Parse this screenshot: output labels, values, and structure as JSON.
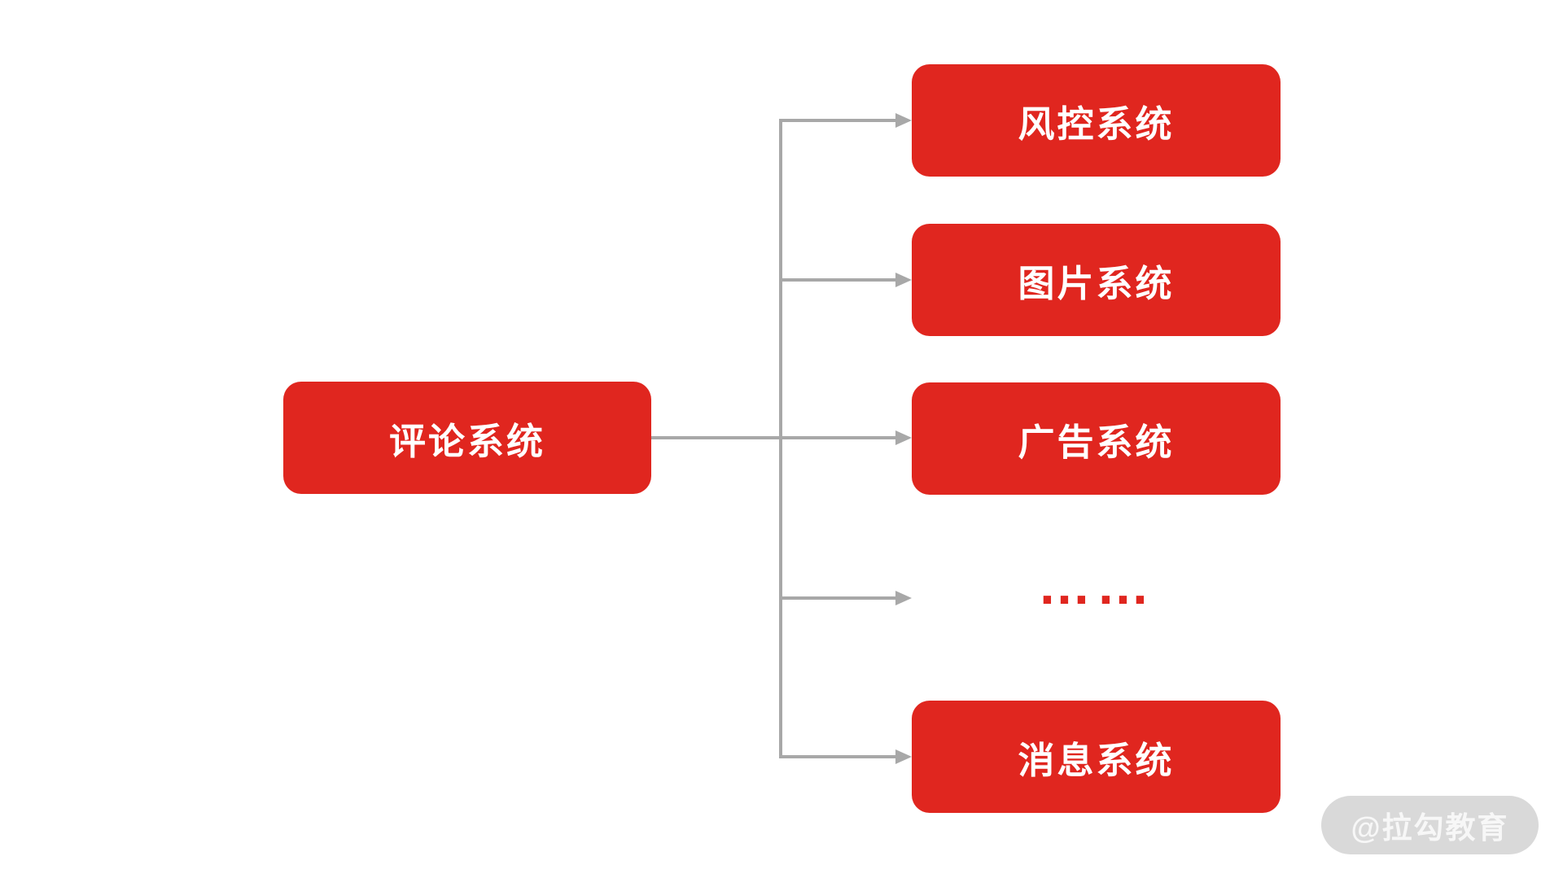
{
  "diagram": {
    "root": {
      "label": "评论系统"
    },
    "children": [
      {
        "label": "风控系统"
      },
      {
        "label": "图片系统"
      },
      {
        "label": "广告系统"
      },
      {
        "label": "……"
      },
      {
        "label": "消息系统"
      }
    ]
  },
  "watermark": {
    "label": "@拉勾教育"
  },
  "colors": {
    "node_bg": "#E0261F",
    "node_text": "#FFFFFF",
    "connector": "#A8A8A8",
    "ellipsis_dots": "#E0261F",
    "watermark_bg": "#D9D9D9",
    "watermark_text": "#F7F7F7"
  }
}
